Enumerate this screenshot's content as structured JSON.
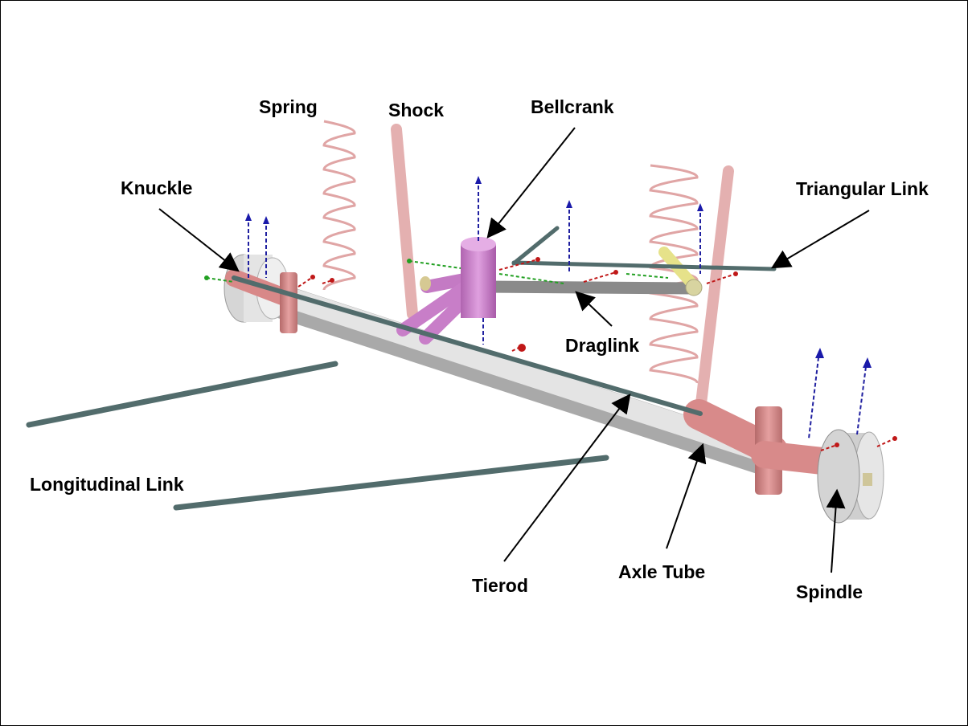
{
  "labels": {
    "spring": "Spring",
    "shock": "Shock",
    "bellcrank": "Bellcrank",
    "knuckle": "Knuckle",
    "triangular_link": "Triangular Link",
    "draglink": "Draglink",
    "longitudinal_link": "Longitudinal Link",
    "tierod": "Tierod",
    "axle_tube": "Axle Tube",
    "spindle": "Spindle"
  },
  "colors": {
    "axle": "#d9d9d9",
    "spring": "#e4a6a6",
    "shock": "#e8b4b4",
    "knuckle": "#dc8a8a",
    "bellcrank": "#cf84cf",
    "link": "#526c6c",
    "draglink": "#8c8c8c",
    "yellow_link": "#e6e28a",
    "marker_blue": "#1a1aaa",
    "marker_red": "#c01818",
    "marker_green": "#22a022"
  }
}
